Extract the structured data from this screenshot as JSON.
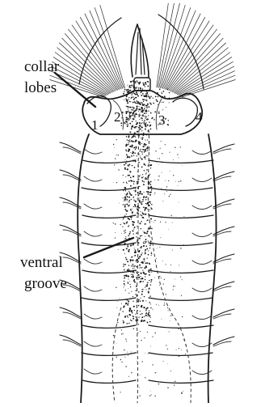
{
  "labels": {
    "collar_line1": "collar",
    "collar_line2": "lobes",
    "ventral_line1": "ventral",
    "ventral_line2": "groove"
  },
  "segment_numbers": [
    "1",
    "2",
    "3",
    "4"
  ],
  "colors": {
    "ink": "#1a1a1a",
    "background": "#ffffff"
  }
}
